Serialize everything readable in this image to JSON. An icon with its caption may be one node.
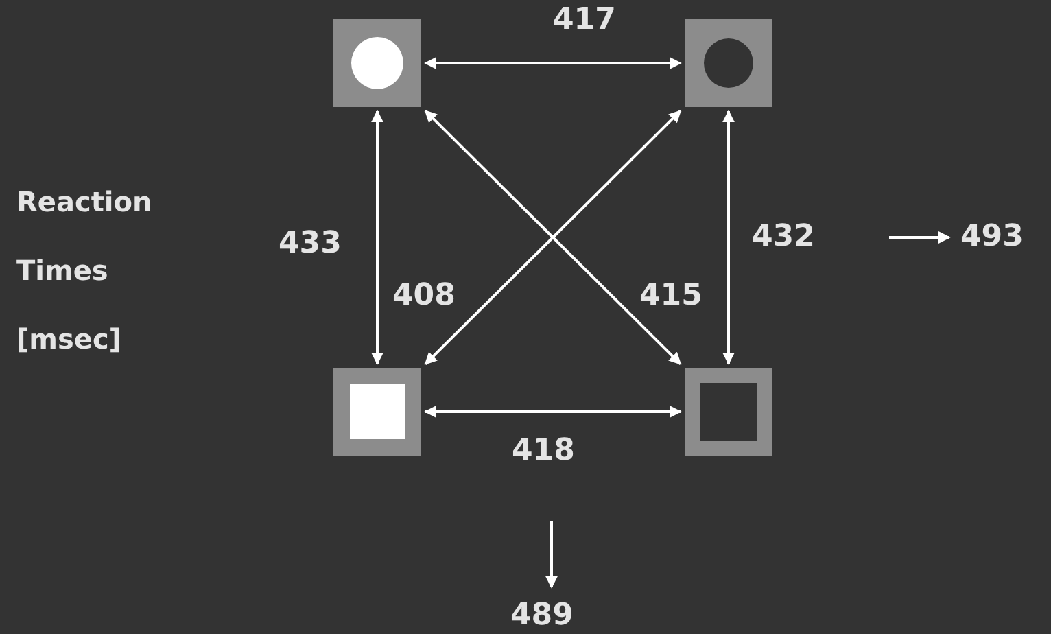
{
  "diagram": {
    "nodes": [
      {
        "text": [],
        "shape": "box"
      },
      {
        "text": [],
        "shape": "box"
      },
      {
        "text": [],
        "shape": "box"
      },
      {
        "text": [],
        "shape": "box"
      },
      {
        "text": [
          "493"
        ]
      },
      {
        "text": [
          "489"
        ]
      }
    ],
    "edges": [
      {
        "from": 0,
        "to": 1,
        "arrow": "both",
        "label": "417"
      },
      {
        "from": 0,
        "to": 2,
        "arrow": "both",
        "label": "433"
      },
      {
        "from": 1,
        "to": 3,
        "arrow": "both",
        "label": "432"
      },
      {
        "from": 1,
        "to": 2,
        "arrow": "both",
        "label": "408"
      },
      {
        "from": 0,
        "to": 3,
        "arrow": "both",
        "label": "415"
      },
      {
        "from": 2,
        "to": 3,
        "arrow": "both",
        "label": "418"
      },
      {
        "from": null,
        "to": 4,
        "arrow": "to"
      },
      {
        "from": null,
        "to": 5,
        "arrow": "to"
      }
    ],
    "labels": [
      "Reaction Times [msec]"
    ]
  }
}
